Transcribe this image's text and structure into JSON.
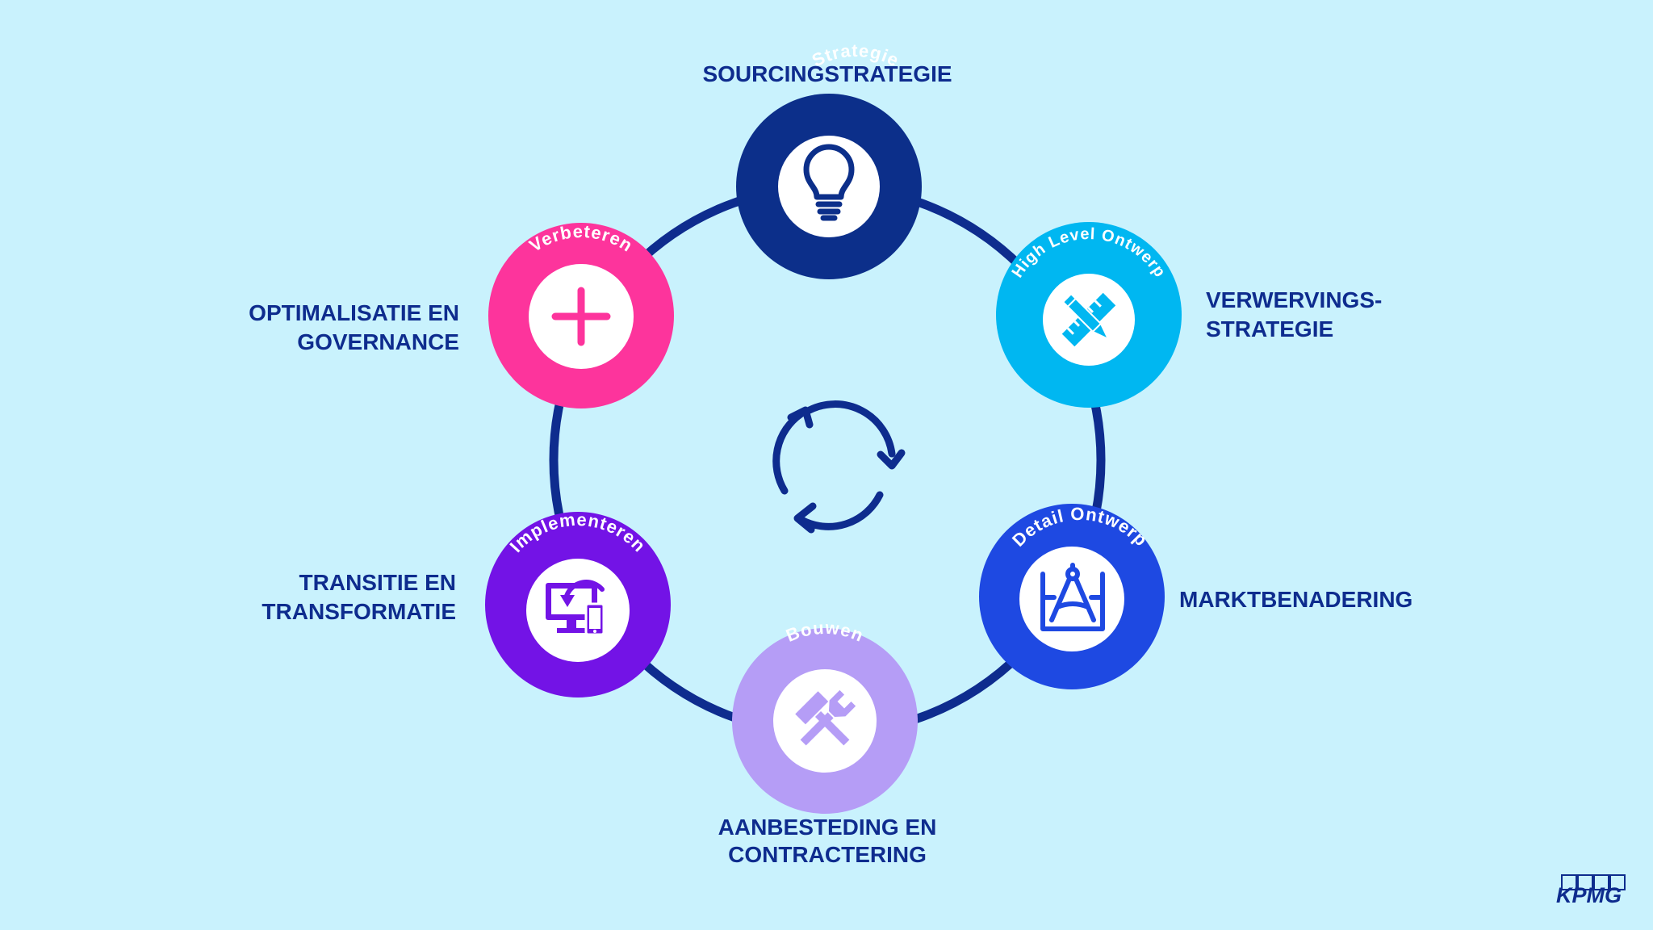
{
  "colors": {
    "background": "#c9f2fd",
    "ring": "#0e2c8e",
    "title_text": "#0e2c8e",
    "strategie": "#0c2f8a",
    "high_level": "#00b7f1",
    "detail": "#1e49e2",
    "bouwen": "#b59df6",
    "implementeren": "#7313e6",
    "verbeteren": "#fd349c"
  },
  "center": {
    "icon": "cycle-arrows-icon"
  },
  "stages": [
    {
      "id": "strategie",
      "circle_label": "Strategie",
      "title_lines": [
        "SOURCINGSTRATEGIE"
      ],
      "icon": "lightbulb-icon"
    },
    {
      "id": "high-level-ontwerp",
      "circle_label": "High Level Ontwerp",
      "title_lines": [
        "VERWERVINGS-",
        "STRATEGIE"
      ],
      "icon": "pencil-ruler-icon"
    },
    {
      "id": "detail-ontwerp",
      "circle_label": "Detail Ontwerp",
      "title_lines": [
        "MARKTBENADERING"
      ],
      "icon": "compass-blueprint-icon"
    },
    {
      "id": "bouwen",
      "circle_label": "Bouwen",
      "title_lines": [
        "AANBESTEDING EN",
        "CONTRACTERING"
      ],
      "icon": "hammer-wrench-icon"
    },
    {
      "id": "implementeren",
      "circle_label": "Implementeren",
      "title_lines": [
        "TRANSITIE EN",
        "TRANSFORMATIE"
      ],
      "icon": "devices-icon"
    },
    {
      "id": "verbeteren",
      "circle_label": "Verbeteren",
      "title_lines": [
        "OPTIMALISATIE EN",
        "GOVERNANCE"
      ],
      "icon": "plus-icon"
    }
  ],
  "logo": {
    "text": "KPMG"
  }
}
